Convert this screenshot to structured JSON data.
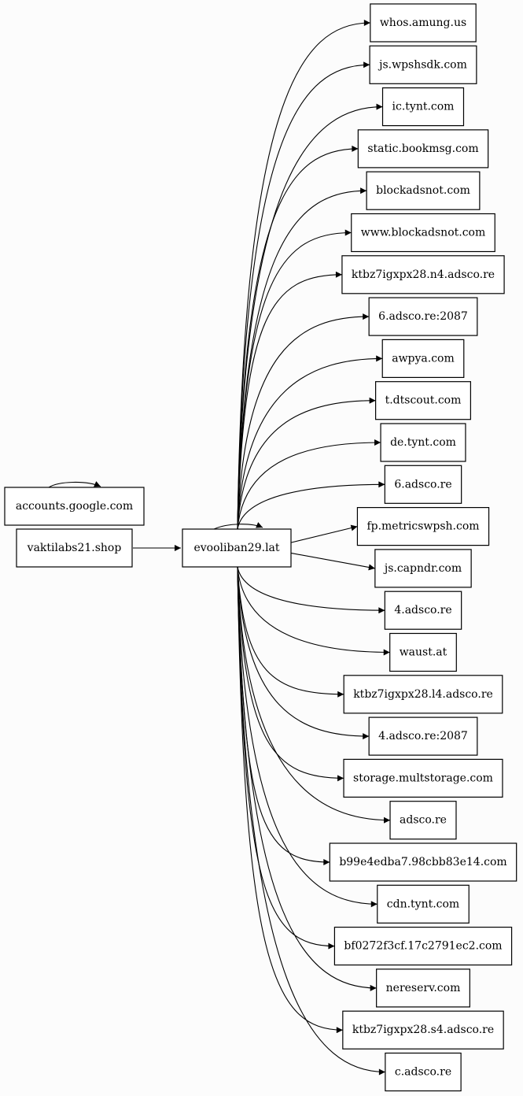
{
  "graph": {
    "source": "vaktilabs21.shop",
    "hub": "evooliban29.lat",
    "isolated": "accounts.google.com",
    "targets": [
      "whos.amung.us",
      "js.wpshsdk.com",
      "ic.tynt.com",
      "static.bookmsg.com",
      "blockadsnot.com",
      "www.blockadsnot.com",
      "ktbz7igxpx28.n4.adsco.re",
      "6.adsco.re:2087",
      "awpya.com",
      "t.dtscout.com",
      "de.tynt.com",
      "6.adsco.re",
      "fp.metricswpsh.com",
      "js.capndr.com",
      "4.adsco.re",
      "waust.at",
      "ktbz7igxpx28.l4.adsco.re",
      "4.adsco.re:2087",
      "storage.multstorage.com",
      "adsco.re",
      "b99e4edba7.98cbb83e14.com",
      "cdn.tynt.com",
      "bf0272f3cf.17c2791ec2.com",
      "nereserv.com",
      "ktbz7igxpx28.s4.adsco.re",
      "c.adsco.re"
    ]
  }
}
